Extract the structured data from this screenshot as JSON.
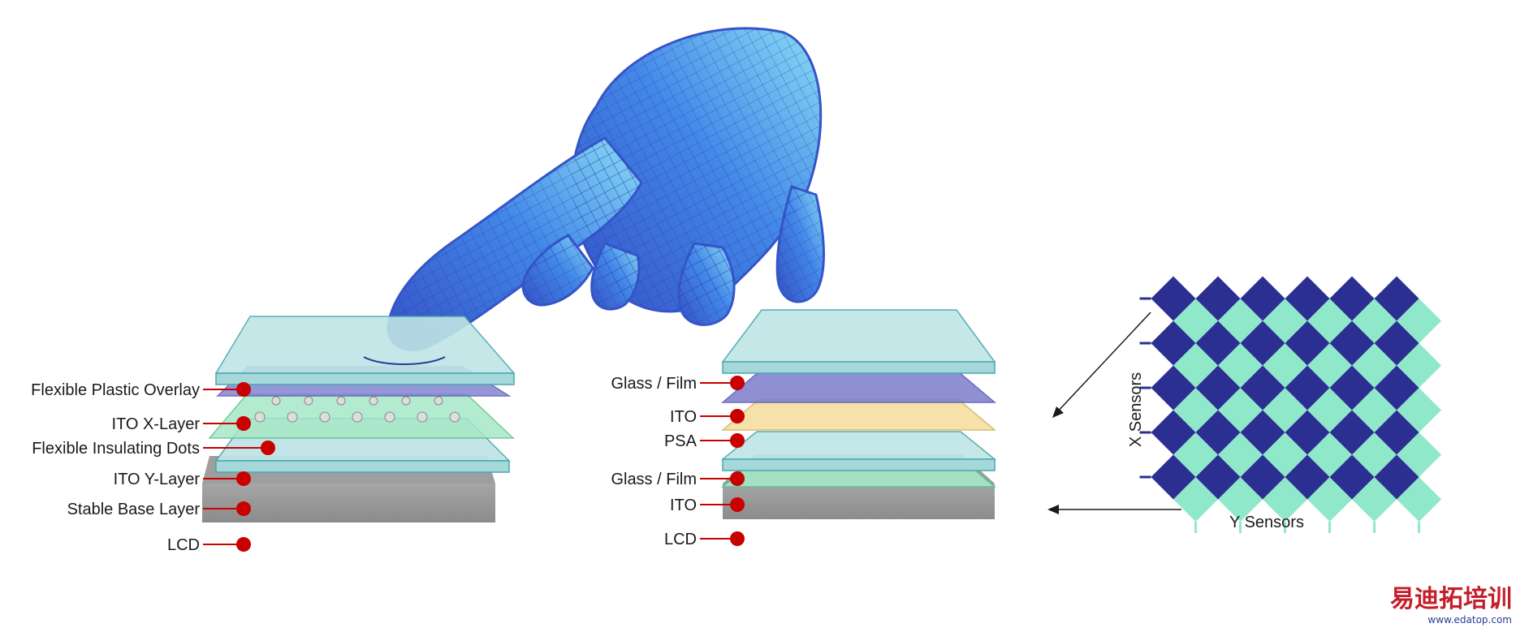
{
  "colors": {
    "marker": "#c80000",
    "leader": "#c80000",
    "glass": "#bfe5e6",
    "glass_edge": "#4aa7ad",
    "ito_x": "#7f7fcf",
    "ito_y": "#a6e8c7",
    "psa": "#f6dfa4",
    "lcd": "#9a9a9a",
    "x_sensor": "#2c2f92",
    "y_sensor": "#8fe8c9",
    "hand": "#2f6fe0"
  },
  "resistive": {
    "labels": [
      "Flexible Plastic Overlay",
      "ITO X-Layer",
      "Flexible Insulating Dots",
      "ITO Y-Layer",
      "Stable Base Layer",
      "LCD"
    ]
  },
  "capacitive": {
    "labels": [
      "Glass / Film",
      "ITO",
      "PSA",
      "Glass / Film",
      "ITO",
      "LCD"
    ]
  },
  "sensor_grid": {
    "x_label": "X Sensors",
    "y_label": "Y Sensors"
  },
  "watermark": {
    "text": "易迪拓培训",
    "url": "www.edatop.com"
  }
}
